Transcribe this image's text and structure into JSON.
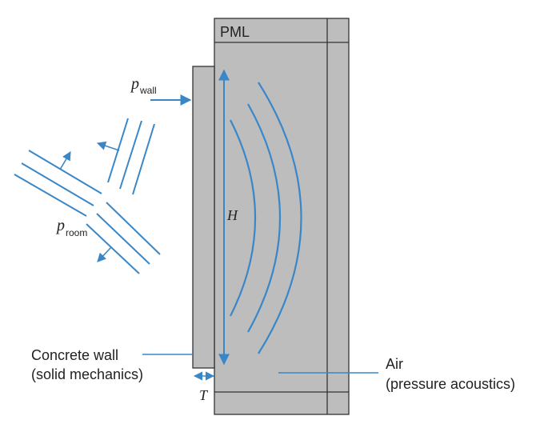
{
  "labels": {
    "pml": "PML",
    "pwall_main": "p",
    "pwall_sub": "wall",
    "proom_main": "p",
    "proom_sub": "room",
    "height": "H",
    "thickness": "T",
    "concrete_line1": "Concrete wall",
    "concrete_line2": "(solid mechanics)",
    "air_line1": "Air",
    "air_line2": "(pressure acoustics)"
  },
  "colors": {
    "accent": "#3a87c8",
    "domain_fill": "#bdbdbd",
    "outline": "#333333",
    "text": "#222222"
  }
}
